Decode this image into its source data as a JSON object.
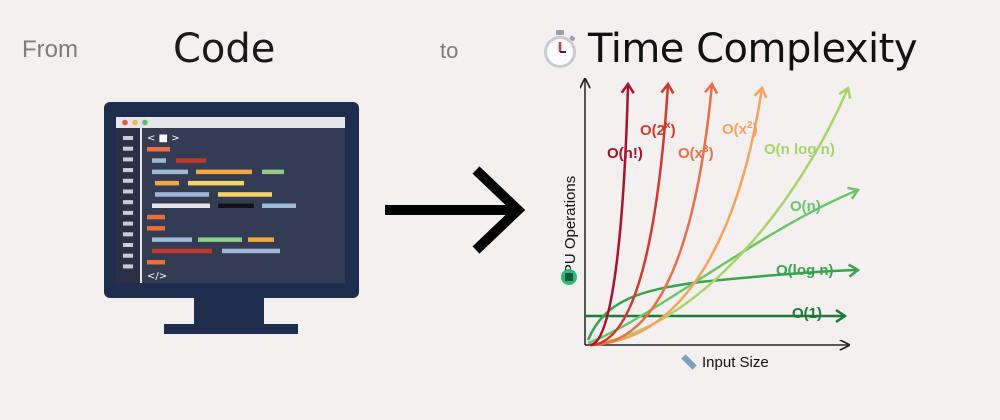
{
  "heading": {
    "from": "From",
    "code": "Code",
    "to": "to",
    "title": "Time Complexity",
    "stopwatch_icon": "stopwatch-icon"
  },
  "monitor": {
    "icon": "monitor-code-icon",
    "nav_glyphs": "< ■ >",
    "close_tag": "</>"
  },
  "arrow_icon": "right-arrow-icon",
  "chart_data": {
    "type": "line",
    "xlabel": "Input Size",
    "ylabel": "CPU Operations",
    "xlabel_icon": "ruler-icon",
    "ylabel_icon": "cpu-chip-icon",
    "series": [
      {
        "name": "O(n!)",
        "color": "#a8122c"
      },
      {
        "name": "O(2^x)",
        "color": "#cf3a2f"
      },
      {
        "name": "O(x^3)",
        "color": "#e8704a"
      },
      {
        "name": "O(x^2)",
        "color": "#f4a45c"
      },
      {
        "name": "O(n log n)",
        "color": "#a6d46a"
      },
      {
        "name": "O(n)",
        "color": "#6cc56a"
      },
      {
        "name": "O(log n)",
        "color": "#3aa34e"
      },
      {
        "name": "O(1)",
        "color": "#1e7a3a"
      }
    ],
    "labels": {
      "n_fact": "O(n!)",
      "two_base": "O(2",
      "two_exp": "x",
      "x3_base": "O(x",
      "x3_exp": "3",
      "x2_base": "O(x",
      "x2_exp": "2",
      "close": ")",
      "nlogn": "O(n log n)",
      "n": "O(n)",
      "logn": "O(log n)",
      "one": "O(1)"
    }
  }
}
